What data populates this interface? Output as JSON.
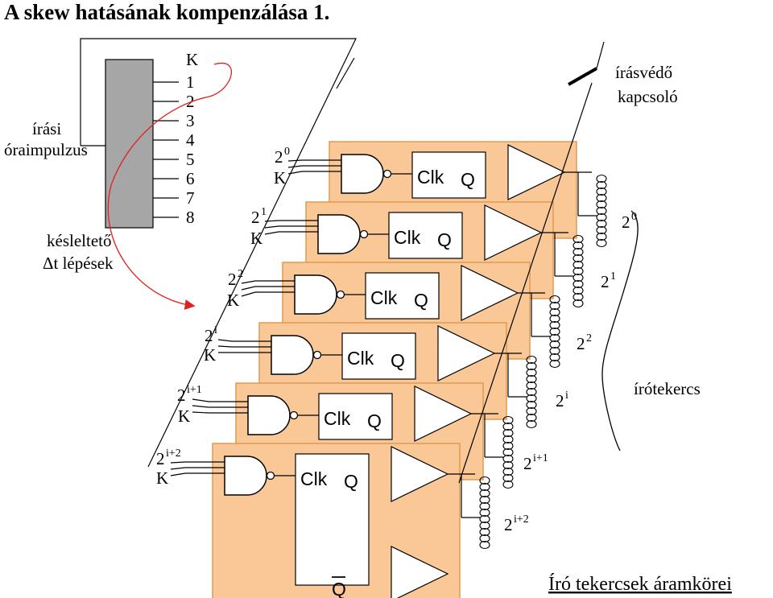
{
  "title": "A skew hatásának kompenzálása 1.",
  "caption": "Író tekercsek áramkörei",
  "clock_label": [
    "írási",
    "óraimpulzus"
  ],
  "delay_label": [
    "késleltető",
    "Δt lépések"
  ],
  "delay_taps": [
    "K",
    "1",
    "2",
    "3",
    "4",
    "5",
    "6",
    "7",
    "8"
  ],
  "protect_switch_label": [
    "írásvédő",
    "kapcsoló"
  ],
  "head_coil_label": "írótekercs",
  "stages": [
    {
      "base": "2",
      "exp": "0",
      "k": "K",
      "coil": "2",
      "coil_exp": "0"
    },
    {
      "base": "2",
      "exp": "1",
      "k": "K",
      "coil": "2",
      "coil_exp": "1"
    },
    {
      "base": "2",
      "exp": "2",
      "k": "K",
      "coil": "2",
      "coil_exp": "2"
    },
    {
      "base": "2",
      "exp": "i",
      "k": "K",
      "coil": "2",
      "coil_exp": "i"
    },
    {
      "base": "2",
      "exp": "i+1",
      "k": "K",
      "coil": "2",
      "coil_exp": "i+1"
    },
    {
      "base": "2",
      "exp": "i+2",
      "k": "K",
      "coil": "2",
      "coil_exp": "i+2"
    }
  ],
  "flipflop": {
    "clk": "Clk",
    "q": "Q",
    "qbar": "Q"
  },
  "colors": {
    "board_fill": "#fac796",
    "board_stroke": "#e09a52",
    "delay_fill": "#a6a6a6",
    "arrow": "#e02020"
  }
}
